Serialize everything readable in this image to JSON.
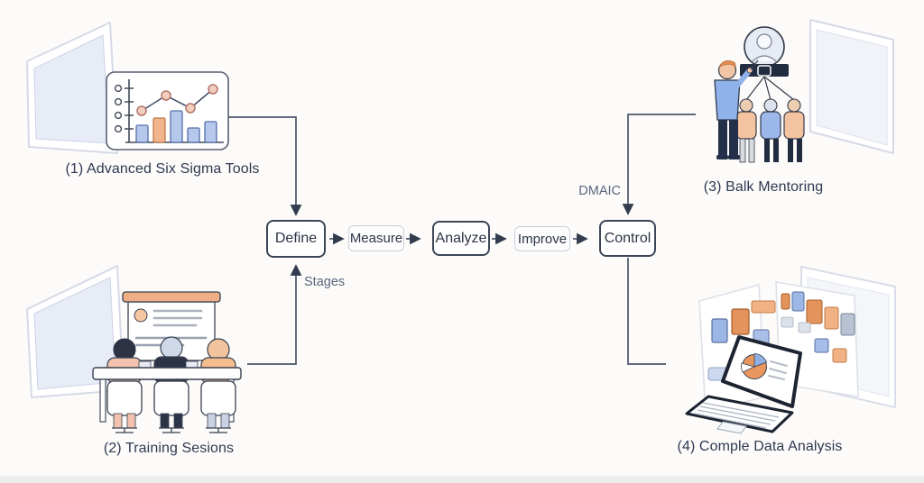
{
  "diagram": {
    "type": "process-flow",
    "subject": "Six Sigma DMAIC stages with supporting activities"
  },
  "flow": {
    "stages": [
      {
        "label": "Define",
        "emphasis": true
      },
      {
        "label": "Measure",
        "emphasis": false
      },
      {
        "label": "Analyze",
        "emphasis": true
      },
      {
        "label": "Improve",
        "emphasis": false
      },
      {
        "label": "Control",
        "emphasis": true
      }
    ],
    "annotations": {
      "dmaic": "DMAIC",
      "stages": "Stages"
    }
  },
  "captions": {
    "tools": "(1) Advanced Six Sigma Tools",
    "training": "(2) Training Sesions",
    "mentoring": "(3) Balk Mentoring",
    "analysis": "(4) Comple Data Analysis"
  },
  "icons": [
    "bar-chart-icon",
    "whiteboard-icon",
    "presentation-board-icon",
    "classroom-desk-icon",
    "org-chart-icon",
    "mentor-person-icon",
    "laptop-pie-chart-icon",
    "data-panels-icon"
  ],
  "colors": {
    "background": "#fcfbfa",
    "ink": "#2b3444",
    "muted_label": "#5b667c",
    "connector": "#4a5568",
    "box_border_strong": "#3c4657",
    "box_border_light": "#c9cfda",
    "accent_blue": "#9cb6e6",
    "accent_orange": "#e5935c",
    "accent_peach": "#f2b286",
    "panel_lavender": "#e8ecf7",
    "bottom_strip": "#ececec"
  }
}
